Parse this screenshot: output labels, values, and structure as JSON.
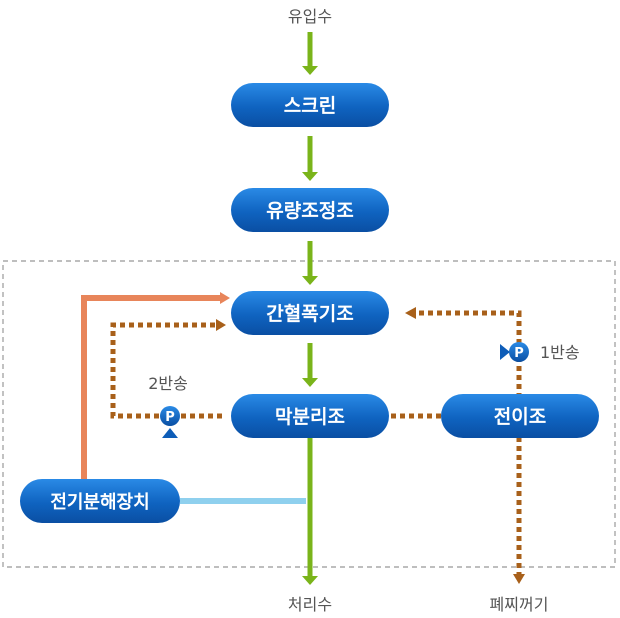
{
  "labels": {
    "influent": "유입수",
    "treated": "처리수",
    "sludge": "폐찌꺼기",
    "return1": "1반송",
    "return2": "2반송"
  },
  "nodes": {
    "screen": "스크린",
    "equalization": "유량조정조",
    "intermittent_aeration": "간혈폭기조",
    "membrane": "막분리조",
    "transfer": "전이조",
    "electrolysis": "전기분해장치"
  },
  "pumps": {
    "pump1": "P",
    "pump2": "P"
  },
  "colors": {
    "node_blue": "#1066c2",
    "main_flow_green": "#7ab41a",
    "return_brown": "#a8601a",
    "electrolysis_orange": "#e8855a",
    "electrolysis_lightblue": "#8fd0ee",
    "boundary_gray": "#a8a8a8"
  }
}
